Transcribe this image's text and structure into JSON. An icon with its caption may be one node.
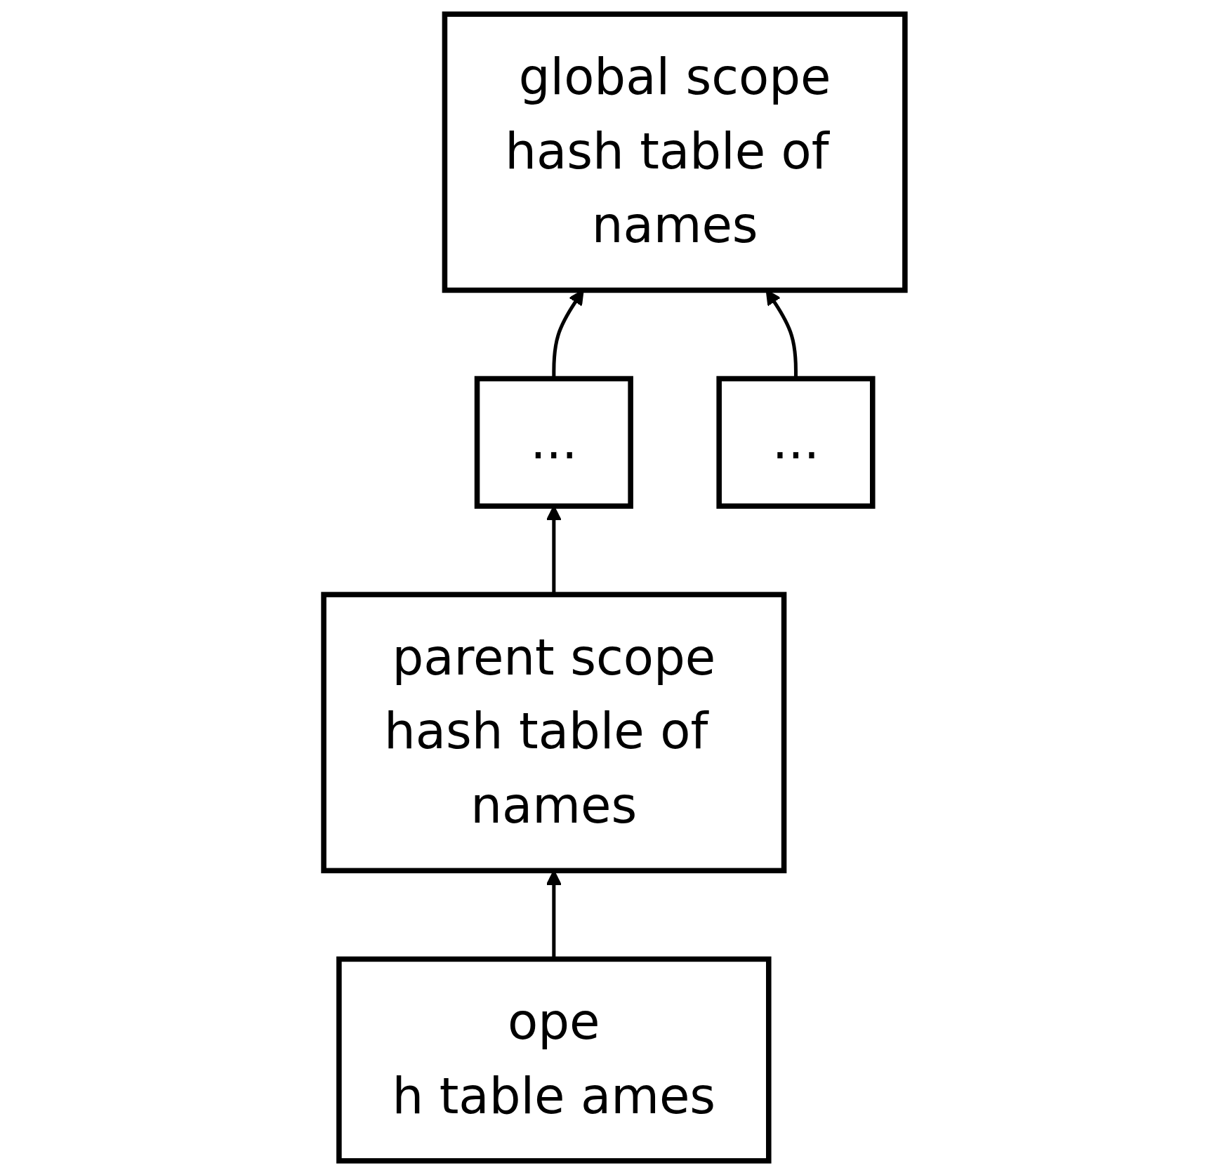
{
  "diagram": {
    "nodes": [
      {
        "text": [
          "global scope",
          "hash table of names"
        ]
      },
      {
        "text": [
          "..."
        ]
      },
      {
        "text": [
          "parent scope",
          "hash table of names"
        ]
      },
      {
        "text": [
          "..."
        ]
      },
      {
        "text": [
          "ope",
          "h table ames"
        ]
      }
    ],
    "edges": [
      {
        "from": 1,
        "to": 0,
        "arrow": "to"
      },
      {
        "from": 2,
        "to": 1,
        "arrow": "to"
      },
      {
        "from": 4,
        "to": 2,
        "arrow": "to"
      },
      {
        "from": 3,
        "to": 0,
        "arrow": "to"
      }
    ]
  }
}
